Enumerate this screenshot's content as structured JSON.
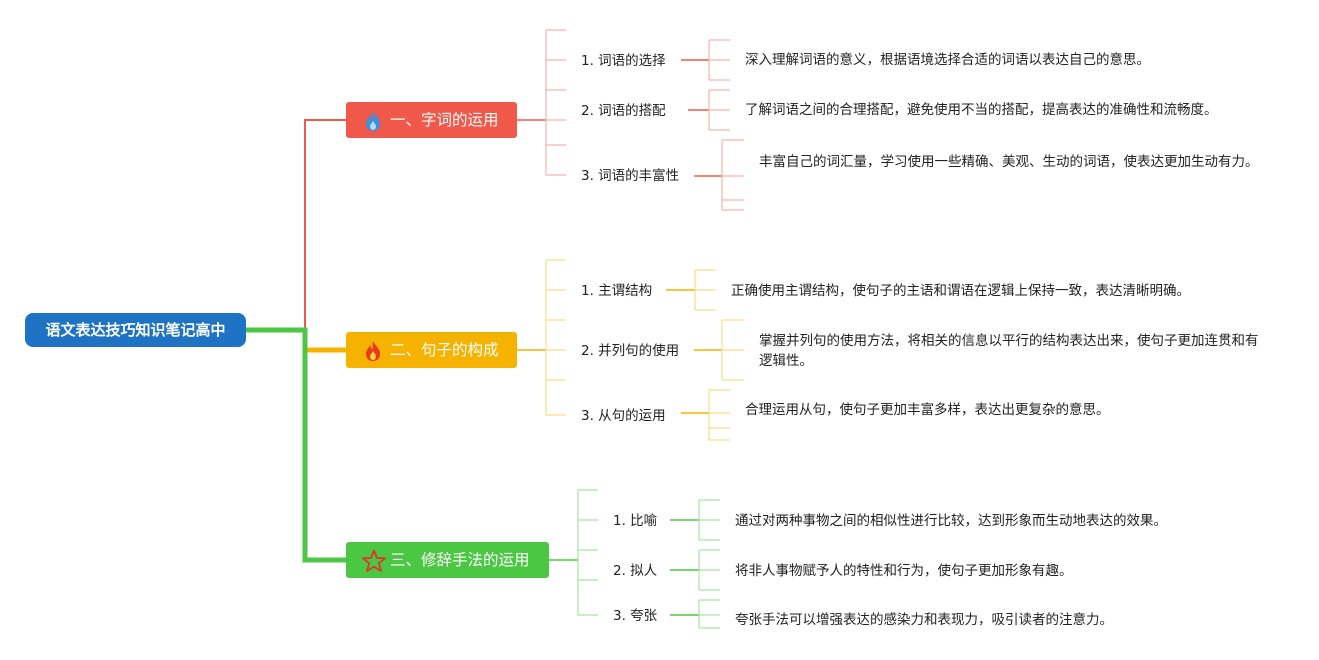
{
  "root": {
    "label": "语文表达技巧知识笔记高中"
  },
  "colors": {
    "root": "#1f73c4",
    "branch1": "#f0584a",
    "branch2": "#f5b300",
    "branch3": "#4cc743"
  },
  "branches": [
    {
      "label": "一、字词的运用",
      "icon": "flame-blue-icon",
      "items": [
        {
          "label": "1. 词语的选择",
          "detail": "深入理解词语的意义，根据语境选择合适的词语以表达自己的意思。"
        },
        {
          "label": "2. 词语的搭配",
          "detail": "了解词语之间的合理搭配，避免使用不当的搭配，提高表达的准确性和流畅度。"
        },
        {
          "label": "3. 词语的丰富性",
          "detail": "丰富自己的词汇量，学习使用一些精确、美观、生动的词语，使表达更加生动有力。"
        }
      ]
    },
    {
      "label": "二、句子的构成",
      "icon": "flame-red-icon",
      "items": [
        {
          "label": "1. 主谓结构",
          "detail": "正确使用主谓结构，使句子的主语和谓语在逻辑上保持一致，表达清晰明确。"
        },
        {
          "label": "2. 并列句的使用",
          "detail": "掌握并列句的使用方法，将相关的信息以平行的结构表达出来，使句子更加连贯和有逻辑性。"
        },
        {
          "label": "3. 从句的运用",
          "detail": "合理运用从句，使句子更加丰富多样，表达出更复杂的意思。"
        }
      ]
    },
    {
      "label": "三、修辞手法的运用",
      "icon": "star-outline-icon",
      "items": [
        {
          "label": "1. 比喻",
          "detail": "通过对两种事物之间的相似性进行比较，达到形象而生动地表达的效果。"
        },
        {
          "label": "2. 拟人",
          "detail": "将非人事物赋予人的特性和行为，使句子更加形象有趣。"
        },
        {
          "label": "3. 夸张",
          "detail": "夸张手法可以增强表达的感染力和表现力，吸引读者的注意力。"
        }
      ]
    }
  ]
}
